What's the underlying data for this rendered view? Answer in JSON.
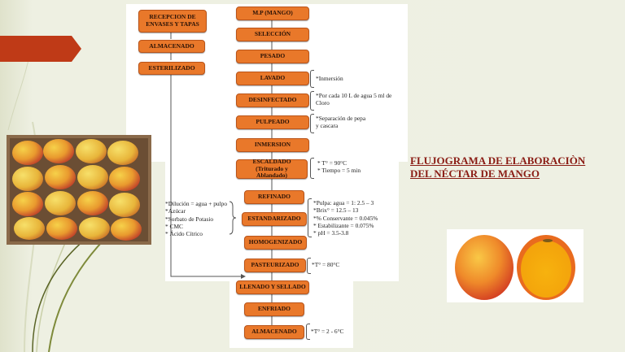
{
  "title": {
    "line1": "FLUJOGRAMA DE ELABORACIÒN",
    "line2": "DEL NÉCTAR DE MANGO"
  },
  "colors": {
    "box_fill": "#e9782a",
    "accent_tab": "#bf3a17",
    "title": "#8a1c14"
  },
  "left_column": [
    "RECEPCION DE ENVASES Y TAPAS",
    "ALMACENADO",
    "ESTERILIZADO"
  ],
  "main_flow": [
    "M.P (MANGO)",
    "SELECCIÓN",
    "PESADO",
    "LAVADO",
    "DESINFECTADO",
    "PULPEADO",
    "INMERSION",
    "ESCALDADO (Triturado y Ablandado)",
    "REFINADO",
    "ESTANDARIZADO",
    "HOMOGENIZADO",
    "PASTEURIZADO",
    "LLENADO Y SELLADO",
    "ENFRIADO",
    "ALMACENADO"
  ],
  "notes": {
    "lavado": [
      "*Inmersión"
    ],
    "desinfectado": [
      "*Por cada 10 L de agua 5 ml de",
      "Cloro"
    ],
    "pulpeado": [
      "*Separación de pepa",
      "y cascara"
    ],
    "escaldado": [
      "* T° = 90°C",
      "* Tiempo = 5 min"
    ],
    "estandarizado": [
      "*Pulpa: agua = 1: 2.5 – 3",
      "*Brix° = 12.5 – 13",
      "*% Conservante = 0.045%",
      "* Estabilizante = 0.075%",
      "* pH = 3.5-3.8"
    ],
    "pasteurizado": [
      "*T° = 80°C"
    ],
    "almacenado": [
      "*T° = 2 - 6°C"
    ],
    "ingredientes": [
      "*Dilución = agua + pulpo",
      "*Azúcar",
      "*Sorbato de Potasio",
      "* CMC",
      "* Ácido Cítrico"
    ]
  },
  "images": {
    "mango_crate": "crate of mangoes",
    "mango_cut": "whole and halved mango"
  }
}
